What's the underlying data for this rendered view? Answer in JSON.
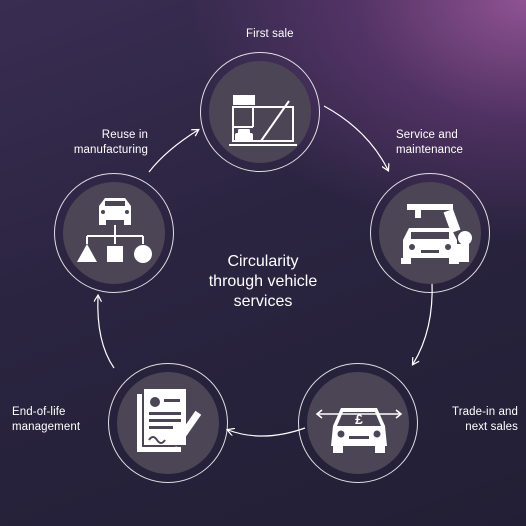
{
  "diagram": {
    "center_title": [
      "Circularity",
      "through vehicle",
      "services"
    ],
    "stages": [
      {
        "id": "first-sale",
        "label_lines": [
          "First sale"
        ],
        "icon": "car-showroom-icon"
      },
      {
        "id": "service-maintenance",
        "label_lines": [
          "Service and",
          "maintenance"
        ],
        "icon": "robotic-car-service-icon"
      },
      {
        "id": "trade-in",
        "label_lines": [
          "Trade-in and",
          "next sales"
        ],
        "icon": "car-trade-in-pound-icon"
      },
      {
        "id": "end-of-life",
        "label_lines": [
          "End-of-life",
          "management"
        ],
        "icon": "signed-document-icon"
      },
      {
        "id": "reuse",
        "label_lines": [
          "Reuse in",
          "manufacturing"
        ],
        "icon": "car-parts-hierarchy-icon"
      }
    ]
  },
  "colors": {
    "background_dark": "#221f35",
    "background_purple": "#a05aa0",
    "node_fill": "#4b4556",
    "line": "#ffffff"
  }
}
